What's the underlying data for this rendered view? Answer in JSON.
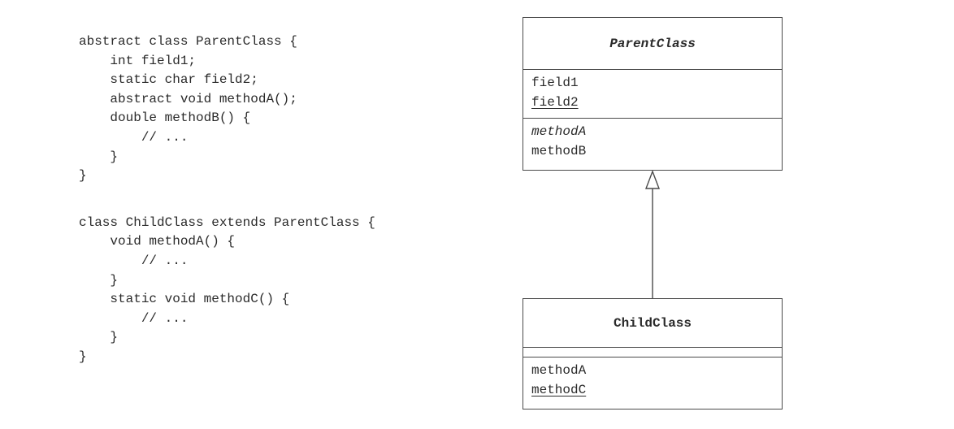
{
  "code": {
    "parent_class": [
      "abstract class ParentClass {",
      "    int field1;",
      "    static char field2;",
      "    abstract void methodA();",
      "    double methodB() {",
      "        // ...",
      "    }",
      "}"
    ],
    "child_class": [
      "class ChildClass extends ParentClass {",
      "    void methodA() {",
      "        // ...",
      "    }",
      "    static void methodC() {",
      "        // ...",
      "    }",
      "}"
    ]
  },
  "uml": {
    "parent": {
      "name": "ParentClass",
      "attributes": [
        "field1",
        "field2"
      ],
      "methods": [
        "methodA",
        "methodB"
      ]
    },
    "child": {
      "name": "ChildClass",
      "attributes": [],
      "methods": [
        "methodA",
        "methodC"
      ]
    },
    "relationship": "generalization"
  }
}
